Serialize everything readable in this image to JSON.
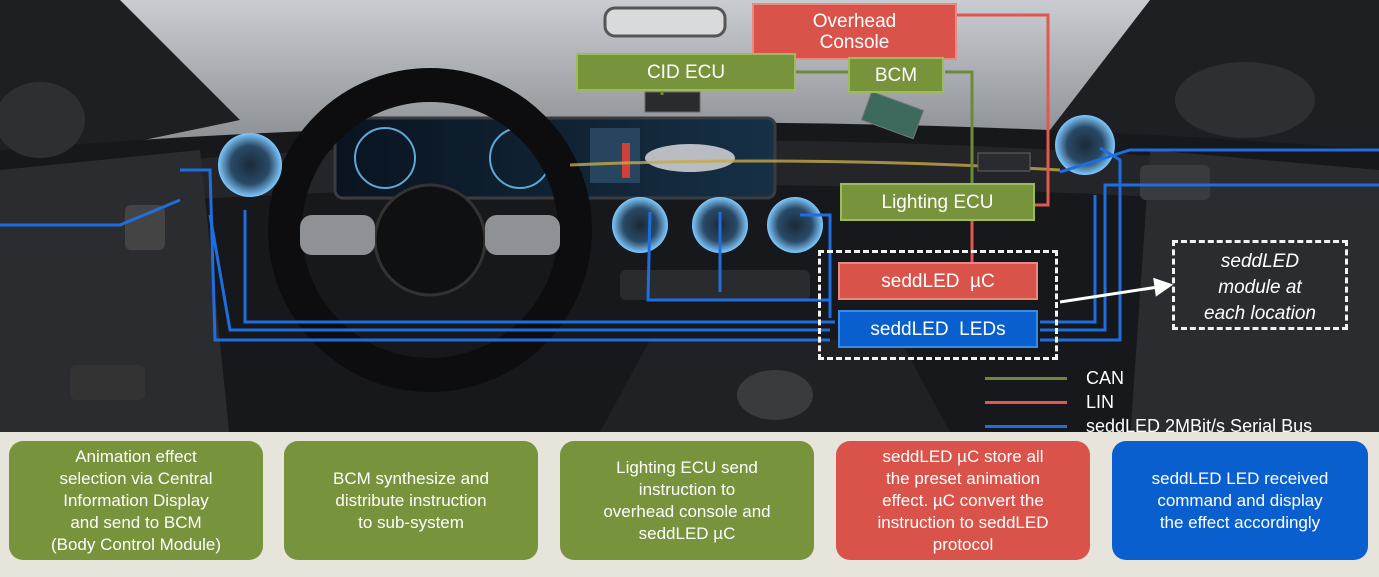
{
  "colors": {
    "green": "#77933c",
    "red": "#d9534a",
    "blue": "#0a5fcf",
    "can_line": "#6c8a3a",
    "lin_line": "#e2584e",
    "serial_line": "#1e6ee0"
  },
  "boxes": {
    "overhead_console": "Overhead\nConsole",
    "cid_ecu": "CID ECU",
    "bcm": "BCM",
    "lighting_ecu": "Lighting ECU",
    "seddled_uc": "seddLED  µC",
    "seddled_leds": "seddLED  LEDs"
  },
  "module_note": "seddLED\nmodule at\neach  location",
  "legend": [
    {
      "label": "CAN",
      "color": "#6c8a3a"
    },
    {
      "label": "LIN",
      "color": "#e2584e"
    },
    {
      "label": "seddLED 2MBit/s Serial Bus",
      "color": "#1e6ee0"
    }
  ],
  "steps": [
    {
      "text": "Animation effect\nselection via Central\nInformation Display\nand send to BCM\n(Body Control Module)",
      "color": "green"
    },
    {
      "text": "BCM synthesize and\ndistribute instruction\nto sub-system",
      "color": "green"
    },
    {
      "text": "Lighting ECU send\ninstruction to\noverhead console and\nseddLED µC",
      "color": "green"
    },
    {
      "text": "seddLED µC store all\nthe preset animation\neffect. µC convert the\ninstruction to seddLED\nprotocol",
      "color": "red"
    },
    {
      "text": "seddLED LED received\ncommand and display\nthe effect accordingly",
      "color": "blue"
    }
  ]
}
